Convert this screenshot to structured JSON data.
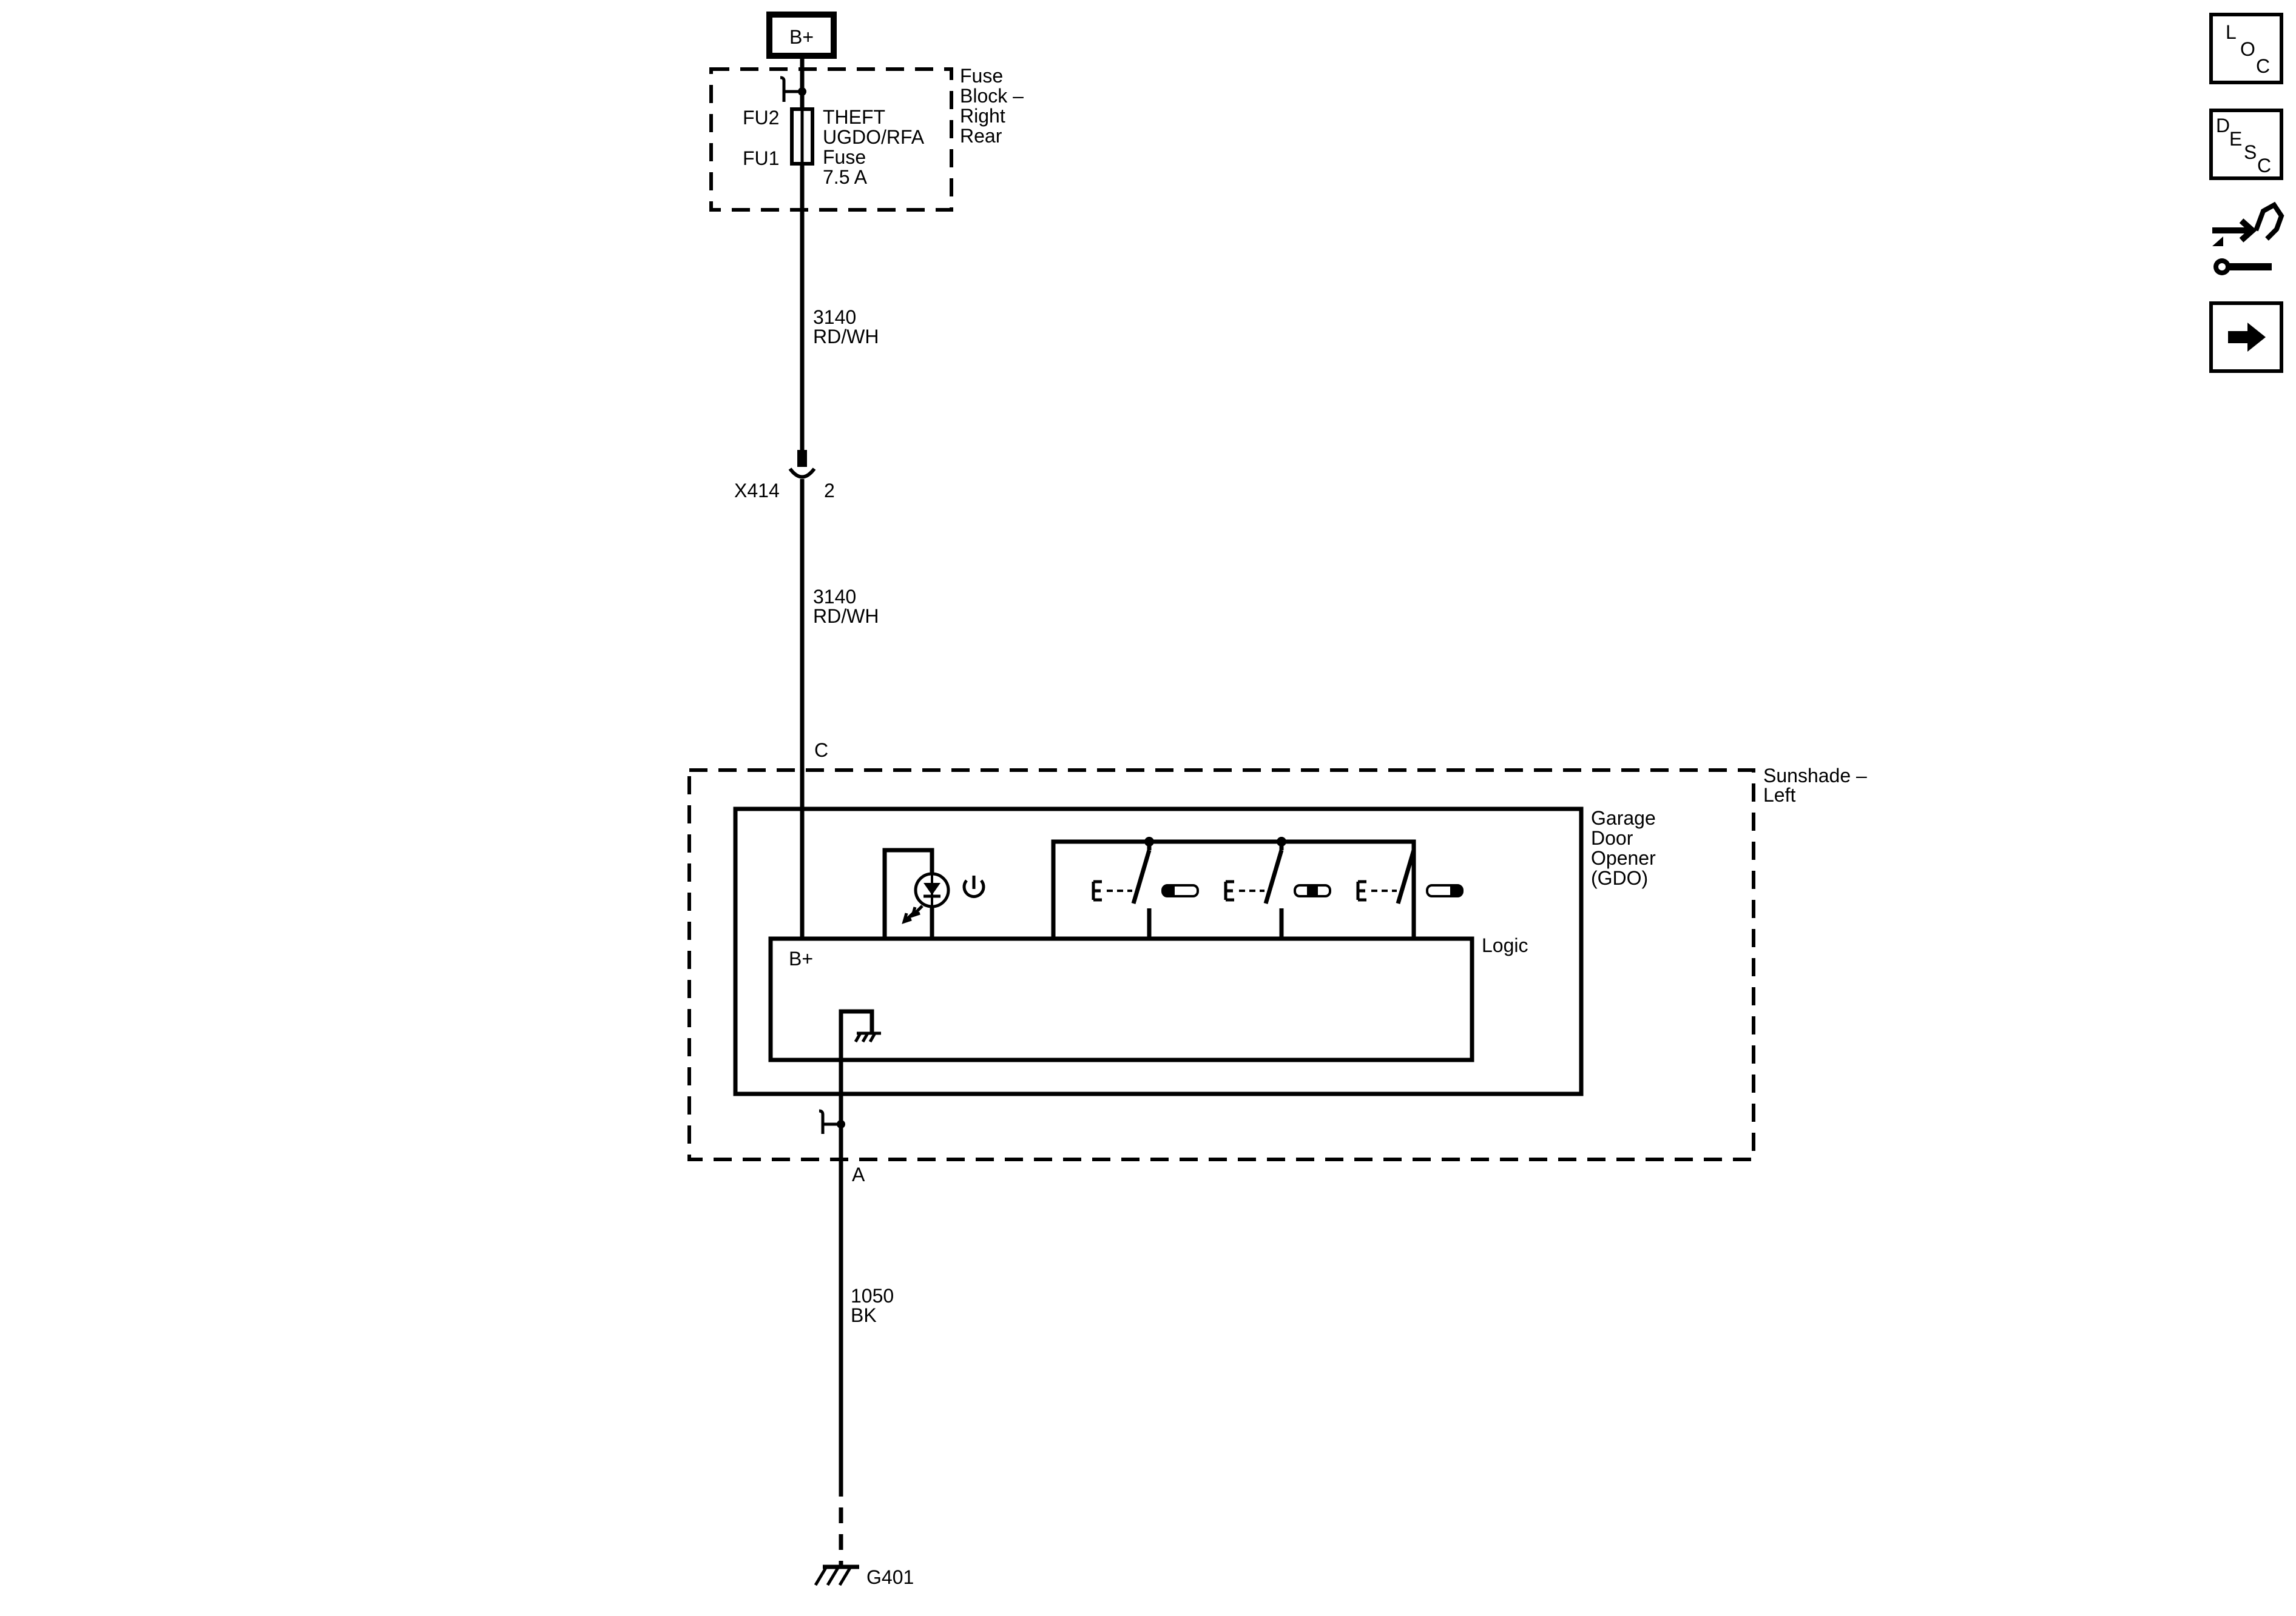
{
  "power": {
    "source": "B+"
  },
  "fuse_block": {
    "name_lines": [
      "Fuse",
      "Block –",
      "Right",
      "Rear"
    ],
    "fu2": "FU2",
    "fu1": "FU1",
    "fuse_lines": [
      "THEFT",
      "UGDO/RFA",
      "Fuse",
      "7.5 A"
    ]
  },
  "wire_upper": {
    "circuit": "3140",
    "color": "RD/WH"
  },
  "connector_x414": {
    "name": "X414",
    "pin": "2"
  },
  "wire_middle": {
    "circuit": "3140",
    "color": "RD/WH"
  },
  "pin_c": "C",
  "sunshade": {
    "name_lines": [
      "Sunshade –",
      "Left"
    ]
  },
  "gdo": {
    "name_lines": [
      "Garage",
      "Door",
      "Opener",
      "(GDO)"
    ]
  },
  "logic": {
    "label": "Logic",
    "bplus": "B+"
  },
  "pin_a": "A",
  "wire_ground": {
    "circuit": "1050",
    "color": "BK"
  },
  "ground": {
    "name": "G401"
  },
  "nav": {
    "loc": [
      "L",
      "O",
      "C"
    ],
    "desc": [
      "D",
      "E",
      "S",
      "C"
    ],
    "icons": [
      "troubleshoot-icon",
      "next-arrow-icon"
    ]
  }
}
